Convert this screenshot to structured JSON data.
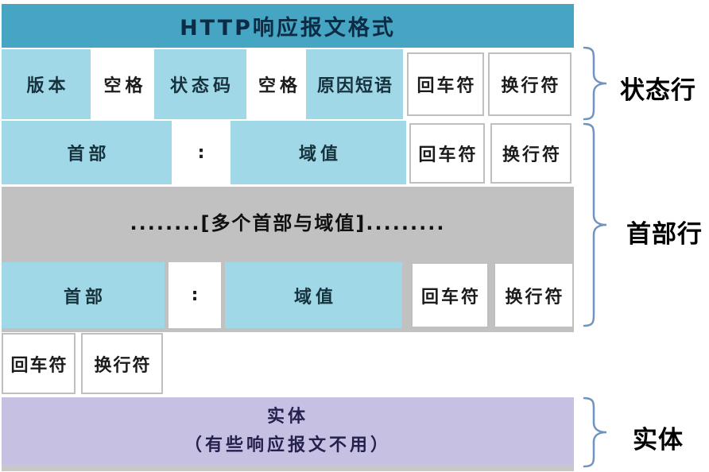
{
  "title": "HTTP响应报文格式",
  "rows": {
    "status_line": {
      "version": "版本",
      "space1": "空格",
      "status_code": "状态码",
      "space2": "空格",
      "reason_phrase": "原因短语",
      "cr": "回车符",
      "lf": "换行符"
    },
    "header_line_1": {
      "header": "首部",
      "colon": ":",
      "value": "域值",
      "cr": "回车符",
      "lf": "换行符"
    },
    "more_headers": "........[多个首部与域值].........",
    "header_line_2": {
      "header": "首部",
      "colon": ":",
      "value": "域值",
      "cr": "回车符",
      "lf": "换行符"
    },
    "blank_line": {
      "cr": "回车符",
      "lf": "换行符"
    },
    "entity": {
      "line1": "实体",
      "line2": "（有些响应报文不用）"
    }
  },
  "side_labels": {
    "status_line": "状态行",
    "header_lines": "首部行",
    "entity_body": "实体"
  },
  "colors": {
    "title_bg": "#46A5C3",
    "cell_blue": "#A0D8E8",
    "band_gray": "#C1C1C1",
    "entity_purple": "#C6C0E3",
    "cell_border": "#BFBFBF",
    "brace": "#6F94BE"
  }
}
